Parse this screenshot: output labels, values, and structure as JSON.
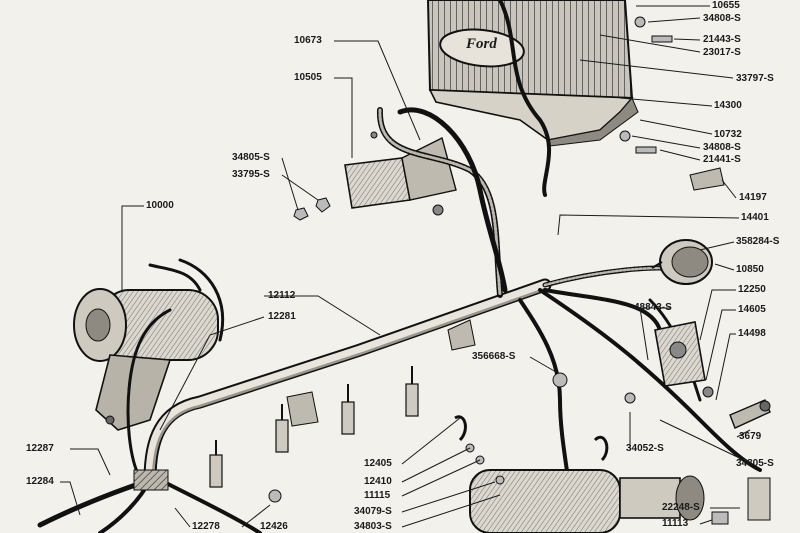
{
  "diagram": {
    "part_numbers": {
      "radiator_top": "10655",
      "p34808_top": "34808-S",
      "p21443": "21443-S",
      "p23017": "23017-S",
      "p33797": "33797-S",
      "p14300": "14300",
      "p10732": "10732",
      "p34808_lower": "34808-S",
      "p21441": "21441-S",
      "p14197": "14197",
      "p14401": "14401",
      "p358284": "358284-S",
      "p10850": "10850",
      "p12250": "12250",
      "p14605": "14605",
      "p14498": "14498",
      "p48843": "48843-S",
      "p356668": "356668-S",
      "p34052": "34052-S",
      "p3679": "3679",
      "p34805_right": "34805-S",
      "p22248": "22248-S",
      "p11113": "11113",
      "p10673": "10673",
      "p10505": "10505",
      "p34805_left": "34805-S",
      "p33795": "33795-S",
      "p10000": "10000",
      "p12112": "12112",
      "p12281": "12281",
      "p12287": "12287",
      "p12284": "12284",
      "p12278": "12278",
      "p12426": "12426",
      "p12405": "12405",
      "p12410": "12410",
      "p11115": "11115",
      "p34079": "34079-S",
      "p34803": "34803-S"
    },
    "brand_logo_text": "Ford",
    "colors": {
      "ink": "#1a1a1a",
      "paper": "#f3f1ec",
      "shade": "#9a968e"
    }
  }
}
